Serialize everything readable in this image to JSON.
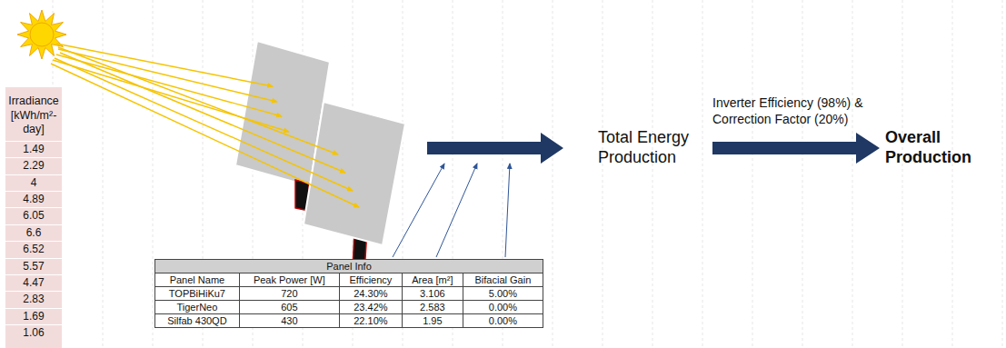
{
  "diagram": {
    "nodes": [
      {
        "text": [
          "Irradiance [kWh/m²-day]",
          "1.49",
          "2.29",
          "4",
          "4.89",
          "6.05",
          "6.6",
          "6.52",
          "5.57",
          "4.47",
          "2.83",
          "1.69",
          "1.06"
        ]
      },
      {
        "text": [
          "Panel Info",
          "Panel Name",
          "Peak Power [W]",
          "Efficiency",
          "Area [m²]",
          "Bifacial Gain",
          "TOPBiHiKu7",
          "720",
          "24.30%",
          "3.106",
          "5.00%",
          "TigerNeo",
          "605",
          "23.42%",
          "2.583",
          "0.00%",
          "Silfab 430QD",
          "430",
          "22.10%",
          "1.95",
          "0.00%"
        ]
      },
      {
        "text": [
          "Total Energy Production"
        ]
      },
      {
        "text": [
          "Overall Production"
        ]
      }
    ],
    "edges": [
      {
        "from": 2,
        "to": 3,
        "arrow": "to",
        "label": "Inverter Efficiency (98%) & Correction Factor (20%)"
      }
    ]
  }
}
